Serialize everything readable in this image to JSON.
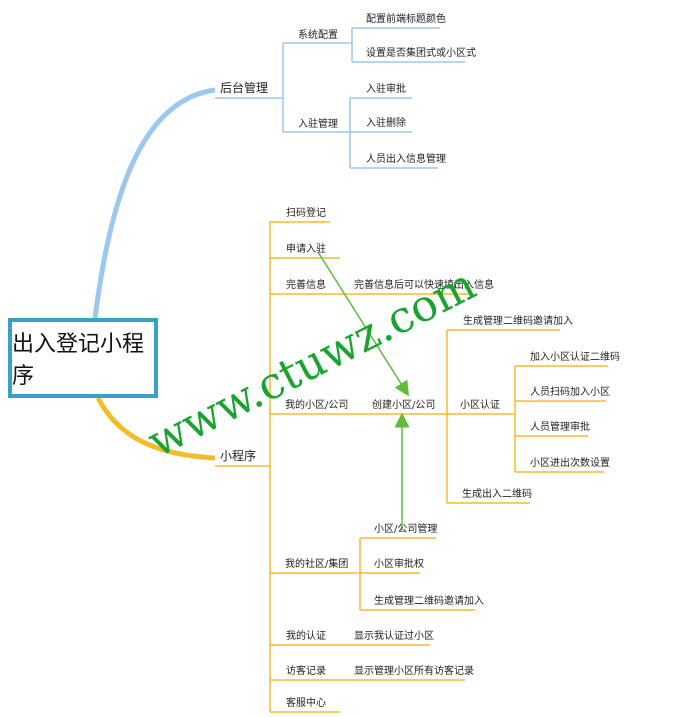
{
  "root": "出入登记小程序",
  "backend": {
    "label": "后台管理",
    "system_config": {
      "label": "系统配置",
      "items": [
        "配置前端标题颜色",
        "设置是否集团式或小区式"
      ]
    },
    "entry_management": {
      "label": "入驻管理",
      "items": [
        "入驻审批",
        "入驻删除",
        "人员出入信息管理"
      ]
    }
  },
  "miniapp": {
    "label": "小程序",
    "scan_register": "扫码登记",
    "apply_entry": "申请入驻",
    "complete_info": {
      "label": "完善信息",
      "note": "完善信息后可以快速填出入信息"
    },
    "my_community": {
      "label": "我的小区/公司",
      "create": "创建小区/公司",
      "gen_admin_qr": "生成管理二维码邀请加入",
      "auth": {
        "label": "小区认证",
        "items": [
          "加入小区认证二维码",
          "人员扫码加入小区",
          "人员管理审批",
          "小区进出次数设置"
        ]
      },
      "gen_inout_qr": "生成出入二维码"
    },
    "my_group": {
      "label": "我的社区/集团",
      "items": [
        "小区/公司管理",
        "小区审批权",
        "生成管理二维码邀请加入"
      ]
    },
    "my_auth": {
      "label": "我的认证",
      "note": "显示我认证过小区"
    },
    "visitor_records": {
      "label": "访客记录",
      "note": "显示管理小区所有访客记录"
    },
    "service_center": "客服中心"
  },
  "watermark": "www.ctuwz.com",
  "colors": {
    "blue_branch": "#9cc8ef",
    "orange_branch": "#f5bb2a",
    "root_border": "#3aa1c6",
    "arrow_green": "#5fbd3a",
    "watermark_green": "#1aa330"
  }
}
